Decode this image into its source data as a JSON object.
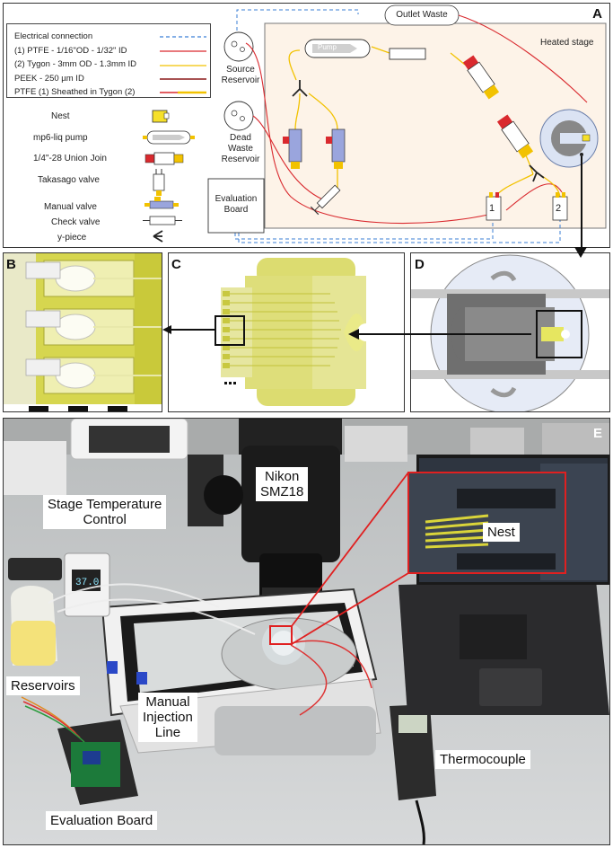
{
  "panelA": {
    "label": "A",
    "legend": [
      {
        "text": "Electrical connection",
        "kind": "dash",
        "color": "#3b7fd6"
      },
      {
        "text": "(1) PTFE - 1/16\"OD - 1/32\" ID",
        "kind": "line",
        "color": "#d9292e"
      },
      {
        "text": "(2) Tygon - 3mm OD - 1.3mm ID",
        "kind": "line",
        "color": "#f2c200"
      },
      {
        "text": "PEEK - 250 µm ID",
        "kind": "line",
        "color": "#8b1a1a"
      },
      {
        "text": "PTFE (1) Sheathed in Tygon (2)",
        "kind": "sheath",
        "color": "#d9292e"
      }
    ],
    "components": [
      {
        "text": "Nest",
        "icon": "nest-icon"
      },
      {
        "text": "mp6-liq pump",
        "icon": "pump-icon"
      },
      {
        "text": "1/4\"-28 Union Join",
        "icon": "union-join-icon"
      },
      {
        "text": "Takasago valve",
        "icon": "takasago-valve-icon"
      },
      {
        "text": "Manual valve",
        "icon": "manual-valve-icon"
      },
      {
        "text": "Check valve",
        "icon": "check-valve-icon"
      },
      {
        "text": "y-piece",
        "icon": "y-piece-icon"
      }
    ],
    "outlet_waste": "Outlet Waste",
    "source_reservoir": [
      "Source",
      "Reservoir"
    ],
    "dead_waste_reservoir": [
      "Dead",
      "Waste",
      "Reservoir"
    ],
    "evaluation_board": [
      "Evaluation",
      "Board"
    ],
    "heated_stage": "Heated stage",
    "pump": "Pump",
    "valve_1": "1",
    "valve_2": "2",
    "colors": {
      "stage_fill": "#fdf3e8",
      "tygon": "#f2c200",
      "ptfe": "#d9292e",
      "electrical": "#3b7fd6"
    }
  },
  "panelB": {
    "label": "B"
  },
  "panelC": {
    "label": "C"
  },
  "panelD": {
    "label": "D"
  },
  "panelE": {
    "label": "E",
    "callouts": {
      "microscope": [
        "Nikon",
        "SMZ18"
      ],
      "stage_temp": [
        "Stage Temperature",
        "Control"
      ],
      "nest": "Nest",
      "reservoirs": "Reservoirs",
      "manual_injection": [
        "Manual",
        "Injection",
        "Line"
      ],
      "thermocouple": "Thermocouple",
      "evaluation_board": "Evaluation Board"
    },
    "device_readout": "37.0"
  }
}
